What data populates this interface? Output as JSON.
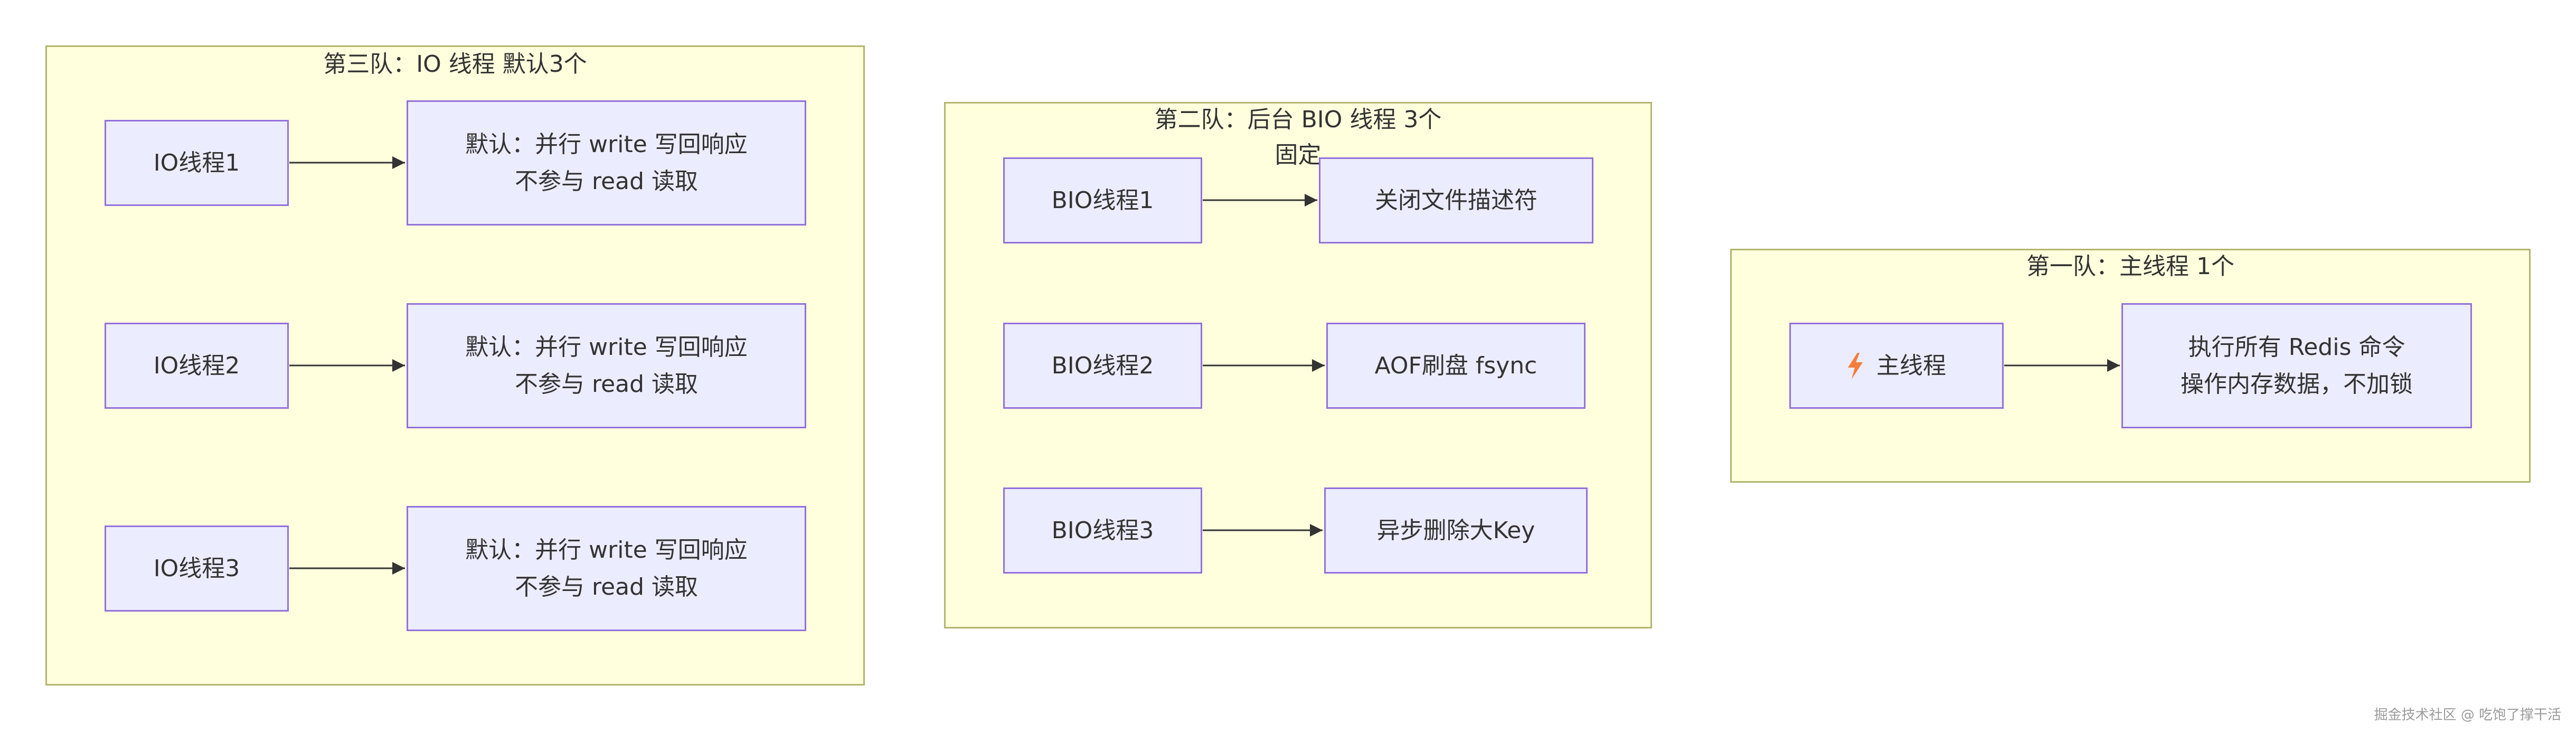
{
  "colors": {
    "group_fill": "#ffffde",
    "group_border": "#b4b46e",
    "node_fill": "#ececff",
    "node_border": "#9370db",
    "arrow": "#333333",
    "bolt": "#f57c3a"
  },
  "groups": {
    "third": {
      "title": "第三队：IO 线程 默认3个",
      "nodes": [
        {
          "label": "IO线程1",
          "target_line1": "默认：并行 write 写回响应",
          "target_line2": "不参与 read 读取"
        },
        {
          "label": "IO线程2",
          "target_line1": "默认：并行 write 写回响应",
          "target_line2": "不参与 read 读取"
        },
        {
          "label": "IO线程3",
          "target_line1": "默认：并行 write 写回响应",
          "target_line2": "不参与 read 读取"
        }
      ]
    },
    "second": {
      "title": "第二队：后台 BIO 线程 3个",
      "subtitle": "固定",
      "nodes": [
        {
          "label": "BIO线程1",
          "target": "关闭文件描述符"
        },
        {
          "label": "BIO线程2",
          "target": "AOF刷盘 fsync"
        },
        {
          "label": "BIO线程3",
          "target": "异步删除大Key"
        }
      ]
    },
    "first": {
      "title": "第一队：主线程 1个",
      "node_icon": "lightning-icon",
      "node_label": "主线程",
      "target_line1": "执行所有 Redis 命令",
      "target_line2": "操作内存数据，不加锁"
    }
  },
  "watermark": "掘金技术社区 @ 吃饱了撑干活"
}
